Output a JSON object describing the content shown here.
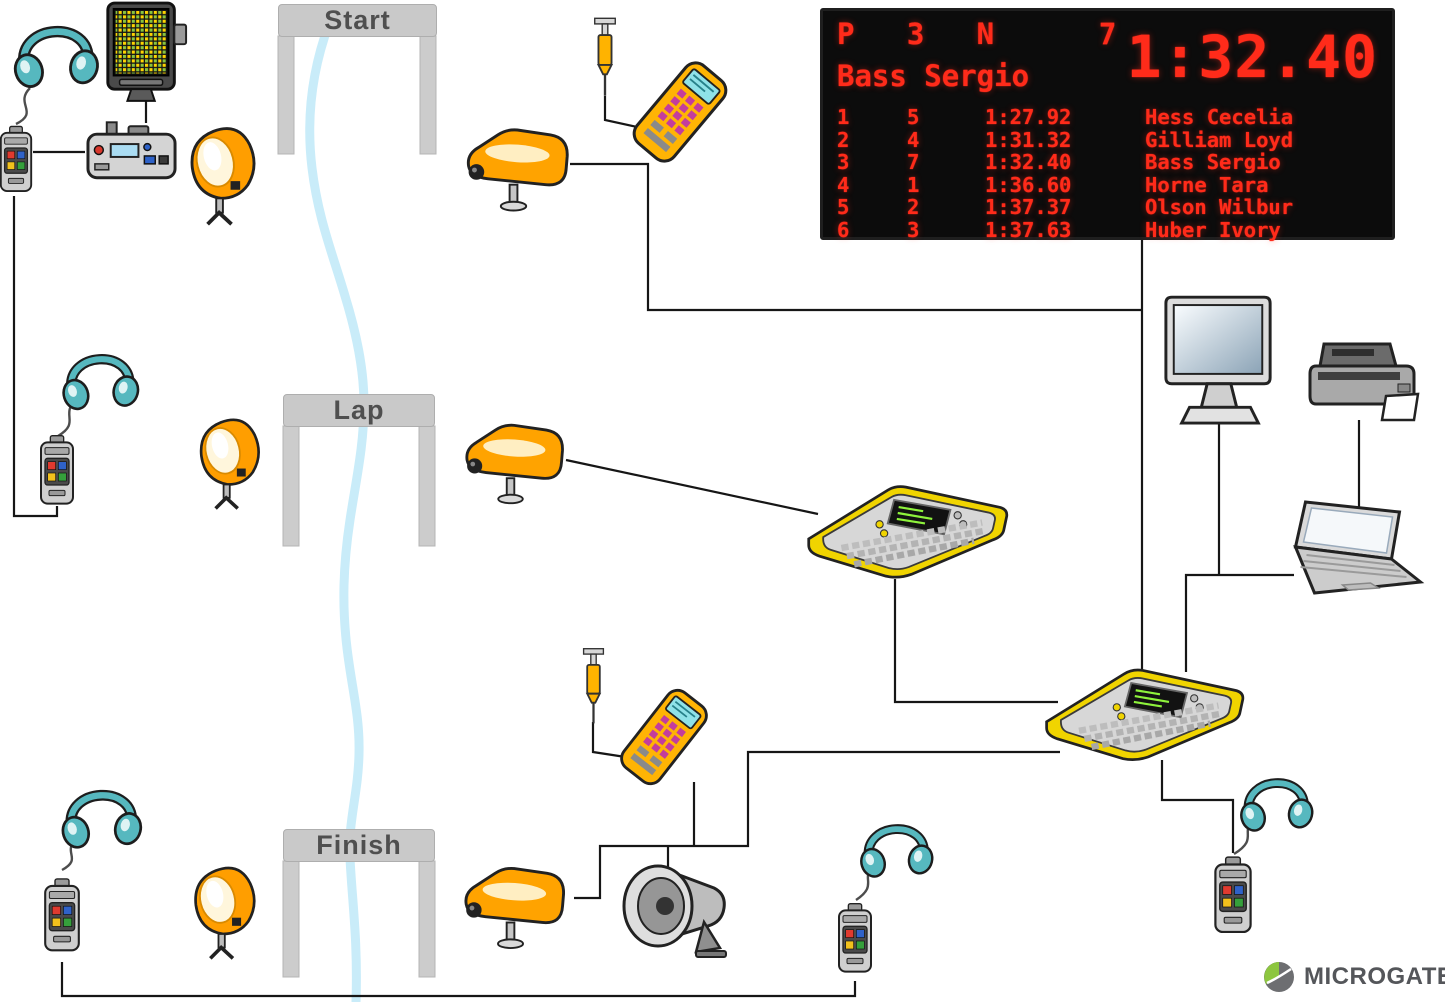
{
  "labels": {
    "start": "Start",
    "lap": "Lap",
    "finish": "Finish"
  },
  "scoreboard": {
    "header": "P   3   N      7",
    "athlete": "Bass Sergio",
    "time": "1:32.40",
    "rows": [
      {
        "rank": "1",
        "bib": "5",
        "time": "1:27.92",
        "name": "Hess Cecelia"
      },
      {
        "rank": "2",
        "bib": "4",
        "time": "1:31.32",
        "name": "Gilliam Loyd"
      },
      {
        "rank": "3",
        "bib": "7",
        "time": "1:32.40",
        "name": "Bass Sergio"
      },
      {
        "rank": "4",
        "bib": "1",
        "time": "1:36.60",
        "name": "Horne Tara"
      },
      {
        "rank": "5",
        "bib": "2",
        "time": "1:37.37",
        "name": "Olson Wilbur"
      },
      {
        "rank": "6",
        "bib": "3",
        "time": "1:37.63",
        "name": "Huber Ivory"
      }
    ]
  },
  "logo": {
    "brand": "MICROGATE"
  },
  "colors": {
    "led_red": "#ff2b1a",
    "scoreboard_bg": "#0c0c0c",
    "device_orange": "#ffa300",
    "console_yellow": "#f0d400",
    "headset_teal": "#56b8bf",
    "track_blue": "#c9ecf9",
    "banner_gray": "#c9c9c9",
    "wire_black": "#161616",
    "logo_green": "#8dc63f",
    "logo_gray": "#6d6e71"
  },
  "icons": {
    "headphones": "headphones-icon",
    "intercom": "intercom-icon",
    "photocell": "photocell-icon",
    "photofinish_camera": "camera-icon",
    "start_wand": "start-wand-icon",
    "handheld_terminal": "handheld-terminal-icon",
    "led_controller": "led-controller-icon",
    "portable_timer": "portable-timer-icon",
    "timing_console": "timing-console-icon",
    "monitor": "monitor-icon",
    "printer": "printer-icon",
    "laptop": "laptop-icon",
    "megaphone": "megaphone-icon",
    "led_scoreboard": "led-scoreboard",
    "logo_mark": "microgate-logo-icon"
  }
}
